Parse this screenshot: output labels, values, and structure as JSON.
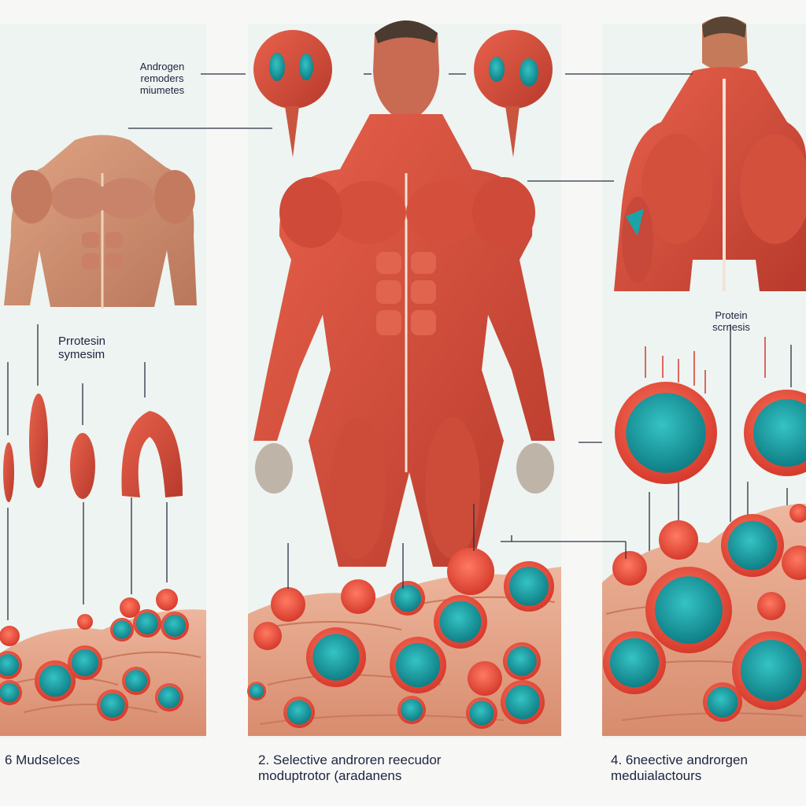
{
  "labels": {
    "androgen": "Androgen\nremoders\nmiumetes",
    "protein_left": "Prrotesin\nsymesim",
    "protein_right": "Protein\nscrnesis"
  },
  "captions": {
    "left": "6 Mudselces",
    "middle": "2.  Selective androren reecudor\nmoduptrotor (aradanens",
    "right": "4.  6neective androrgen\nmeduialactours"
  },
  "colors": {
    "muscle": "#d9503e",
    "muscle_dark": "#b8372b",
    "skin": "#d79a7c",
    "cell_outer": "#e8453a",
    "cell_core": "#1aa3a8",
    "tissue": "#e5a48a",
    "line": "#2a2f40"
  }
}
